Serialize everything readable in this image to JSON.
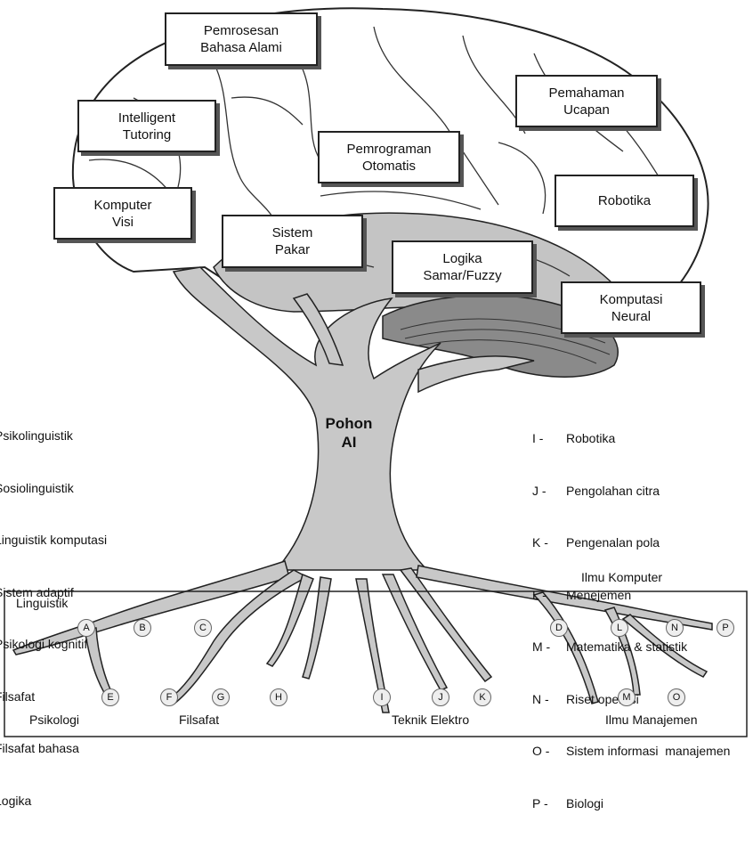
{
  "trunk_label": "Pohon\nAI",
  "boxes": [
    {
      "id": "nlp",
      "text": "Pemrosesan\nBahasa Alami"
    },
    {
      "id": "tutoring",
      "text": "Intelligent\nTutoring"
    },
    {
      "id": "vision",
      "text": "Komputer\nVisi"
    },
    {
      "id": "autoprog",
      "text": "Pemrograman\nOtomatis"
    },
    {
      "id": "expert",
      "text": "Sistem\nPakar"
    },
    {
      "id": "fuzzy",
      "text": "Logika\nSamar/Fuzzy"
    },
    {
      "id": "speech",
      "text": "Pemahaman\nUcapan"
    },
    {
      "id": "robotics",
      "text": "Robotika"
    },
    {
      "id": "neural",
      "text": "Komputasi\nNeural"
    }
  ],
  "left_legend": [
    "Psikolinguistik",
    "Sosiolinguistik",
    "Linguistik komputasi",
    "Sistem adaptif",
    "Psikologi kognitif",
    "Filsafat",
    "Filsafat bahasa",
    "Logika"
  ],
  "right_legend": [
    {
      "code": "I -",
      "text": "Robotika"
    },
    {
      "code": "J -",
      "text": "Pengolahan citra"
    },
    {
      "code": "K -",
      "text": "Pengenalan pola"
    },
    {
      "code": "L -",
      "text": "Menejemen"
    },
    {
      "code": "M -",
      "text": "Matematika & statistik"
    },
    {
      "code": "N -",
      "text": "Riset operasi"
    },
    {
      "code": "O -",
      "text": "Sistem informasi  manajemen"
    },
    {
      "code": "P -",
      "text": "Biologi"
    }
  ],
  "root_letters": [
    "A",
    "B",
    "C",
    "D",
    "L",
    "N",
    "P",
    "E",
    "F",
    "G",
    "H",
    "I",
    "J",
    "K",
    "M",
    "O"
  ],
  "ground_labels": {
    "linguistik": "Linguistik",
    "ilmu_komputer": "Ilmu Komputer",
    "psikologi": "Psikologi",
    "filsafat": "Filsafat",
    "teknik_elektro": "Teknik Elektro",
    "ilmu_manajemen": "Ilmu Manajemen"
  },
  "colors": {
    "tree": "#c8c8c8",
    "brain_lower": "#c4c4c4",
    "cerebellum": "#8a8a8a",
    "outline": "#222222"
  }
}
